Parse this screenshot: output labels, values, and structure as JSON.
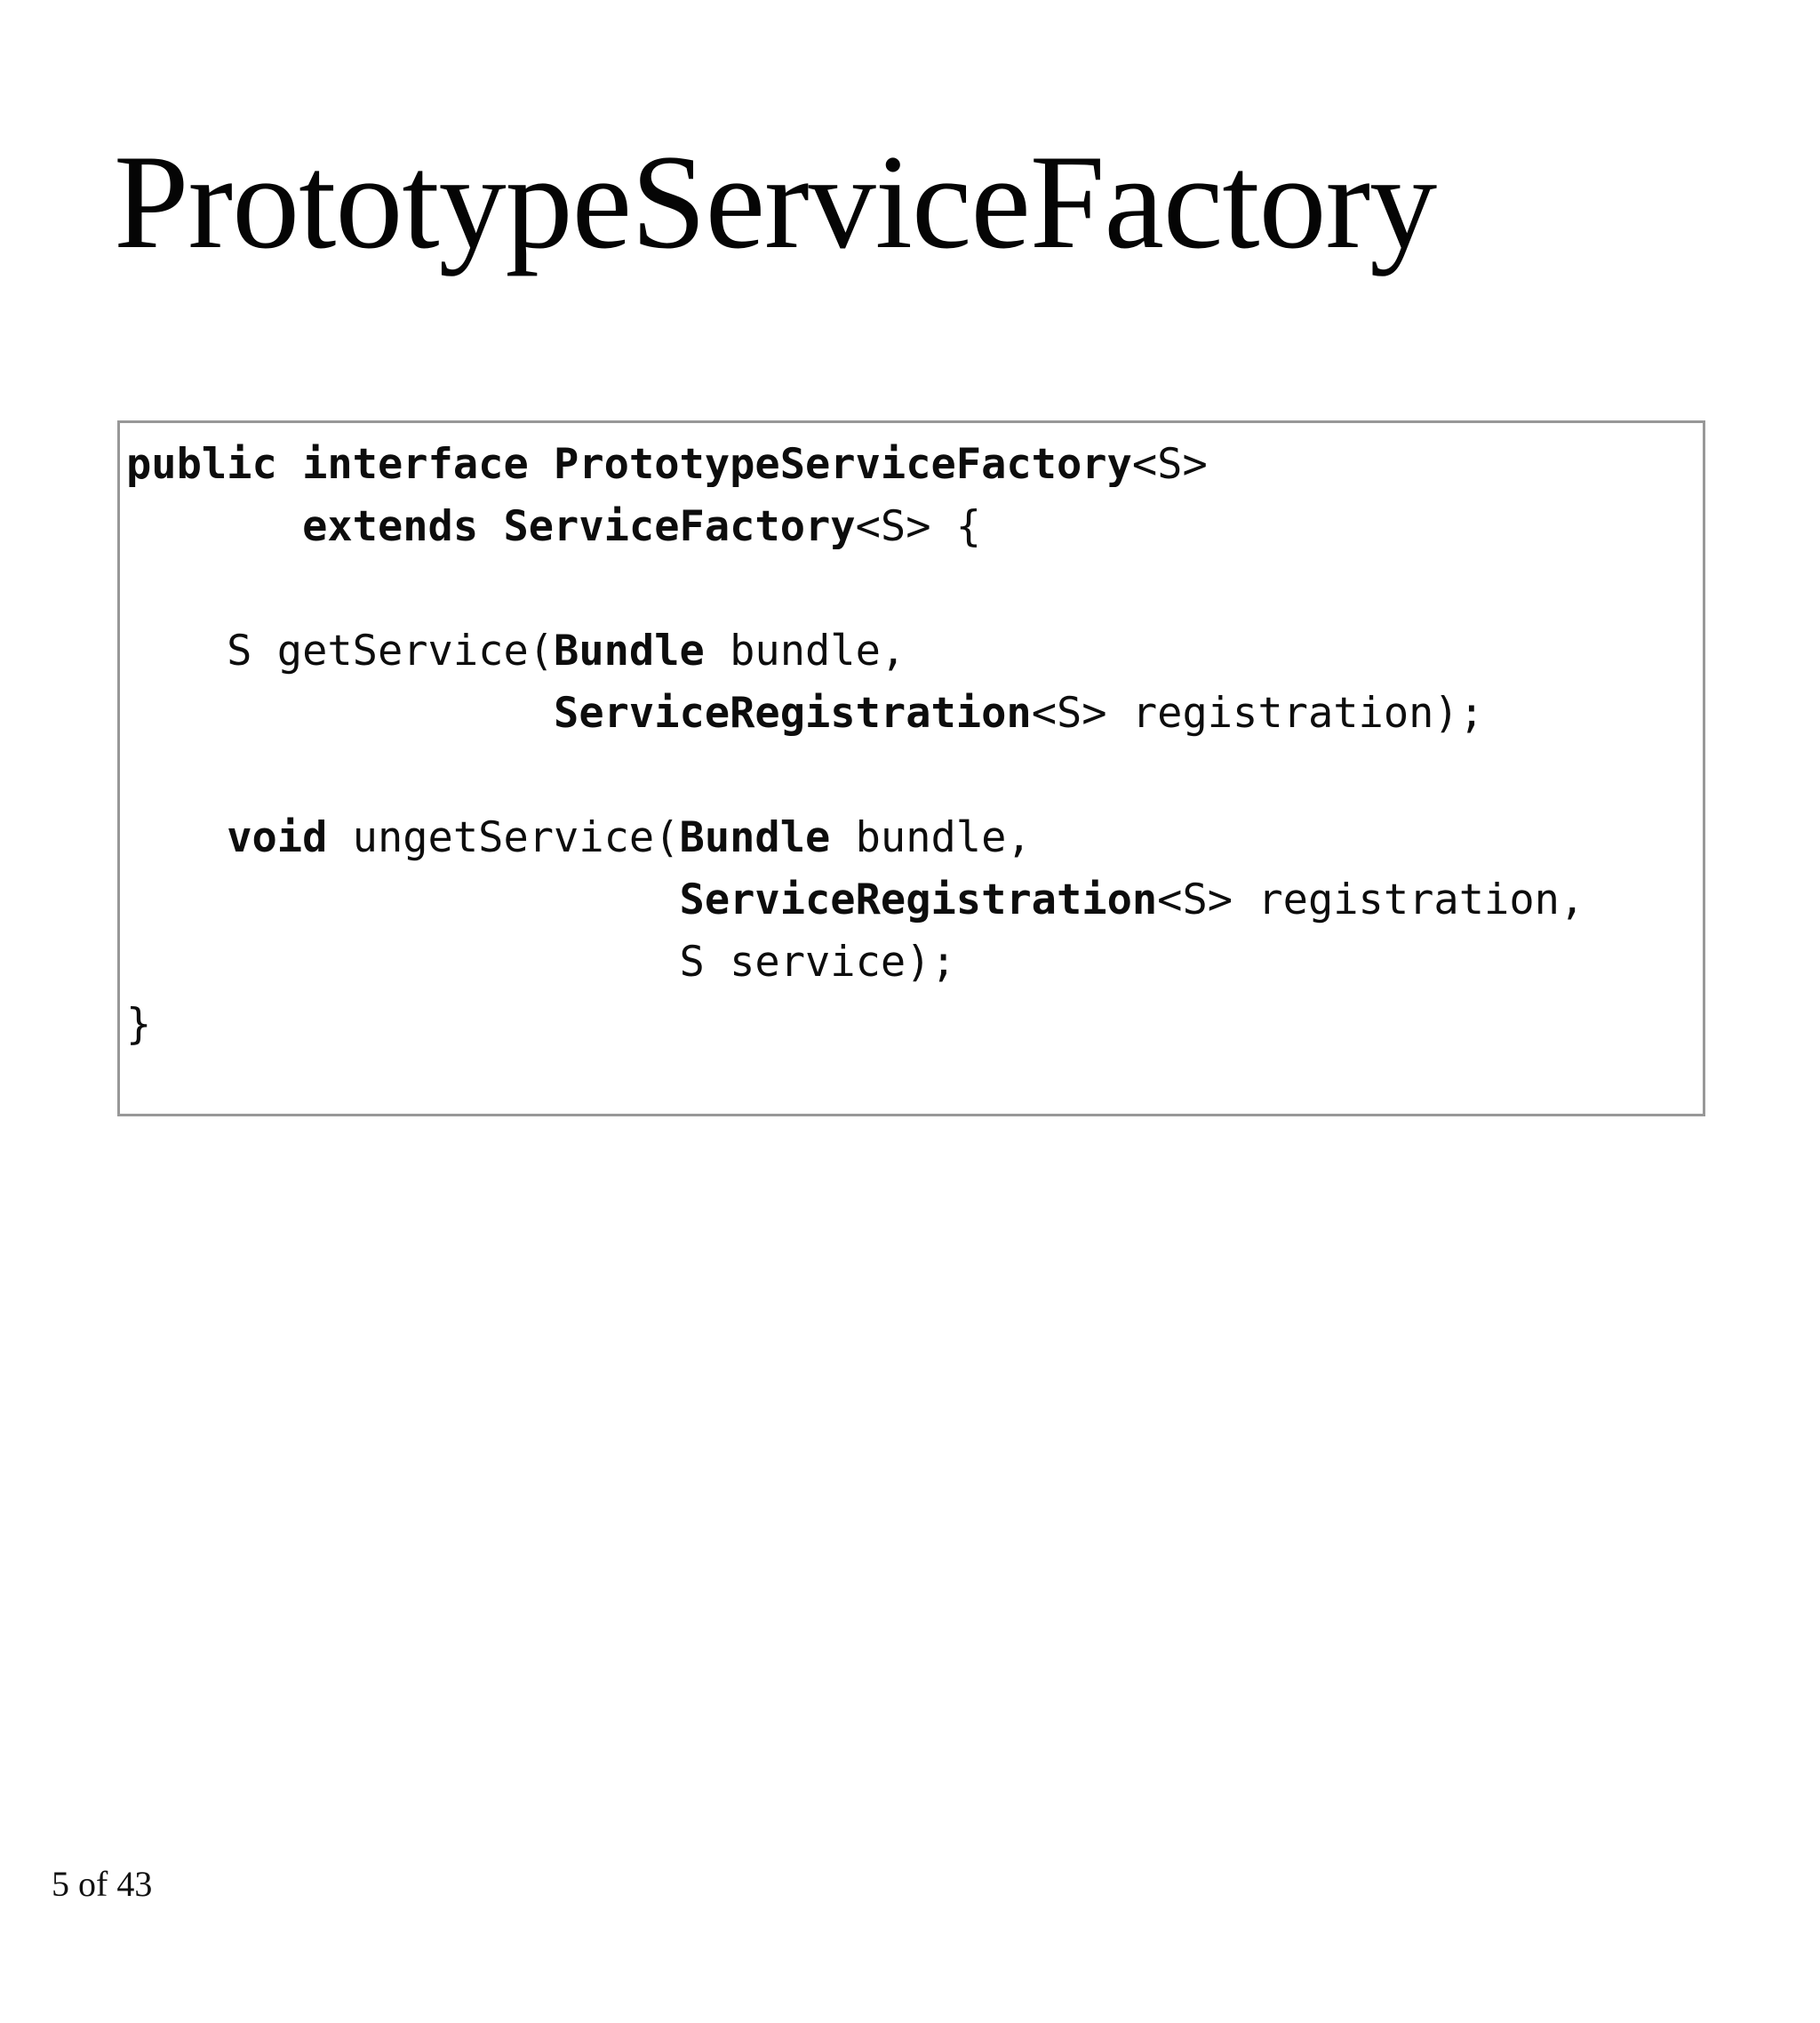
{
  "page": {
    "title": "PrototypeServiceFactory",
    "page_number": "5 of 43",
    "background_color": "#ffffff",
    "text_color": "#0d0d0d",
    "code_box_border_color": "#989898"
  },
  "code": {
    "language": "java",
    "lines": [
      [
        {
          "t": "public interface PrototypeServiceFactory",
          "b": true
        },
        {
          "t": "<S>",
          "b": false
        }
      ],
      [
        {
          "t": "       ",
          "b": false
        },
        {
          "t": "extends ServiceFactory",
          "b": true
        },
        {
          "t": "<S> {",
          "b": false
        }
      ],
      [],
      [
        {
          "t": "    S getService(",
          "b": false
        },
        {
          "t": "Bundle",
          "b": true
        },
        {
          "t": " bundle,",
          "b": false
        }
      ],
      [
        {
          "t": "                 ",
          "b": false
        },
        {
          "t": "ServiceRegistration",
          "b": true
        },
        {
          "t": "<S> registration);",
          "b": false
        }
      ],
      [],
      [
        {
          "t": "    ",
          "b": false
        },
        {
          "t": "void",
          "b": true
        },
        {
          "t": " ungetService(",
          "b": false
        },
        {
          "t": "Bundle",
          "b": true
        },
        {
          "t": " bundle,",
          "b": false
        }
      ],
      [
        {
          "t": "                      ",
          "b": false
        },
        {
          "t": "ServiceRegistration",
          "b": true
        },
        {
          "t": "<S> registration,",
          "b": false
        }
      ],
      [
        {
          "t": "                      S service);",
          "b": false
        }
      ],
      [
        {
          "t": "}",
          "b": false
        }
      ]
    ]
  }
}
